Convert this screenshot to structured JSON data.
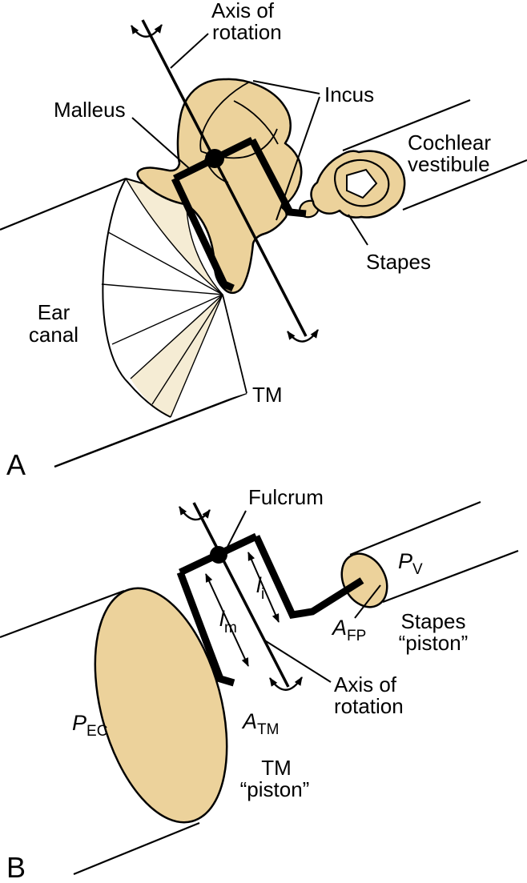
{
  "figure": {
    "colors": {
      "bone": "#ECD29B",
      "bone_light": "#F5ECD4",
      "outline": "#000000",
      "background": "#FFFFFF"
    },
    "panel_a": {
      "panel_letter": "A",
      "labels": {
        "axis_of_rotation_line1": "Axis of",
        "axis_of_rotation_line2": "rotation",
        "malleus": "Malleus",
        "incus": "Incus",
        "cochlear_vestibule_line1": "Cochlear",
        "cochlear_vestibule_line2": "vestibule",
        "stapes": "Stapes",
        "ear_canal_line1": "Ear",
        "ear_canal_line2": "canal",
        "tympanic_membrane": "TM"
      }
    },
    "panel_b": {
      "panel_letter": "B",
      "labels": {
        "fulcrum": "Fulcrum",
        "vestibule_pressure_main": "P",
        "vestibule_pressure_sub": "V",
        "footplate_area_main": "A",
        "footplate_area_sub": "FP",
        "stapes_piston_line1": "Stapes",
        "stapes_piston_line2": "“piston”",
        "axis_of_rotation_line1": "Axis of",
        "axis_of_rotation_line2": "rotation",
        "malleus_lever_arm_main": "l",
        "malleus_lever_arm_sub": "m",
        "incus_lever_arm_main": "l",
        "incus_lever_arm_sub": "i",
        "ear_canal_pressure_main": "P",
        "ear_canal_pressure_sub": "EC",
        "tm_area_main": "A",
        "tm_area_sub": "TM",
        "tm_piston_line1": "TM",
        "tm_piston_line2": "“piston”"
      }
    }
  }
}
